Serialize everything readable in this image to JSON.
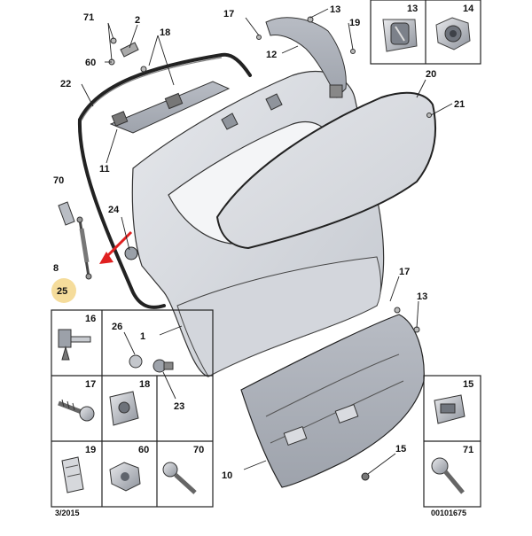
{
  "footer": {
    "left": "3/2015",
    "right": "00101675"
  },
  "callouts": {
    "c71": "71",
    "c2": "2",
    "c60": "60",
    "c18": "18",
    "c22": "22",
    "c11": "11",
    "c17a": "17",
    "c13a": "13",
    "c19": "19",
    "c12": "12",
    "c20": "20",
    "c21": "21",
    "c70": "70",
    "c8": "8",
    "c24": "24",
    "c25": "25",
    "c1": "1",
    "c26": "26",
    "c23": "23",
    "c17b": "17",
    "c13b": "13",
    "c10": "10",
    "c15": "15"
  },
  "highlight": {
    "label": "25",
    "color": "#f5dc9b"
  },
  "arrow_color": "#e02020",
  "parts_top_right": [
    {
      "num": "13",
      "icon": "clip-nut-icon"
    },
    {
      "num": "14",
      "icon": "hex-nut-icon"
    }
  ],
  "parts_left": [
    {
      "num": "16",
      "icon": "rivet-clip-icon"
    },
    {
      "num": "17",
      "icon": "screw-icon"
    },
    {
      "num": "18",
      "icon": "clip-nut-icon"
    },
    {
      "num": "19",
      "icon": "spring-clip-icon"
    },
    {
      "num": "60",
      "icon": "hex-nut-icon"
    },
    {
      "num": "70",
      "icon": "bolt-icon"
    }
  ],
  "parts_bottom_right": [
    {
      "num": "15",
      "icon": "clip-icon"
    },
    {
      "num": "71",
      "icon": "bolt-icon"
    }
  ]
}
